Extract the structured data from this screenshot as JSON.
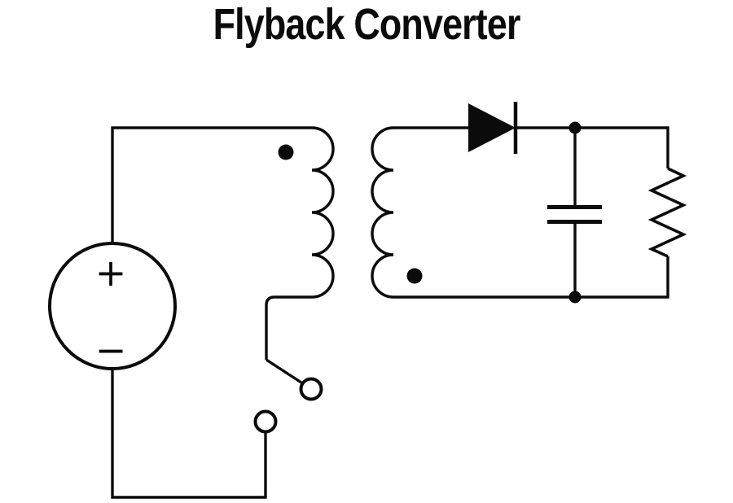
{
  "title": "Flyback Converter",
  "colors": {
    "line": "#0b0b0b",
    "background": "#ffffff"
  },
  "source": {
    "plus": "+",
    "minus": "−"
  },
  "components": {
    "source": "dc-voltage-source",
    "switch": "open-spst-switch",
    "transformer": "transformer-with-polarity-dots",
    "diode": "rectifier-diode",
    "capacitor": "output-capacitor",
    "resistor": "load-resistor"
  }
}
